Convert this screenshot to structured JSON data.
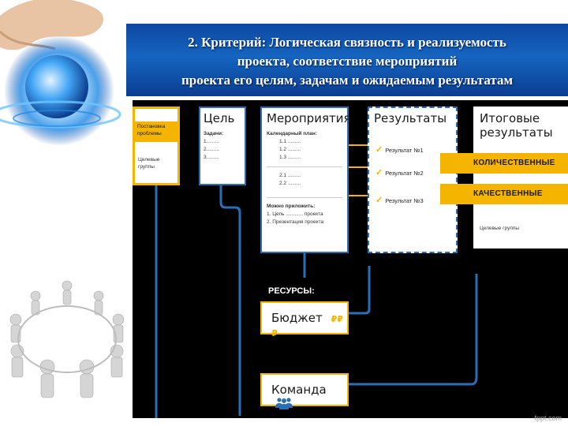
{
  "slide": {
    "title_lines": [
      "2. Критерий: Логическая связность и реализуемость",
      "проекта, соответствие мероприятий",
      "проекта его целям, задачам и ожидаемым результатам"
    ],
    "footer_brand": "fppt.com"
  },
  "diagram": {
    "problem": {
      "title": "Постановка проблемы",
      "groups": "Целевые группы"
    },
    "goal": {
      "title": "Цель",
      "tasks_label": "Задачи:",
      "tasks": [
        "1.........",
        "2.........",
        "3........."
      ]
    },
    "activities": {
      "title": "Мероприятия",
      "plan_label": "Календарный план:",
      "items_a": [
        "1.1 .........",
        "1.2 .........",
        "1.3 ........."
      ],
      "items_b": [
        "2.1 .........",
        "2.2 ........."
      ],
      "attach_label": "Можно приложить:",
      "attachments": [
        "1. Цепь ............ проекта",
        "2. Презентация проекта"
      ]
    },
    "results": {
      "title": "Результаты",
      "items": [
        "Результат №1",
        "Результат №2",
        "Результат №3"
      ]
    },
    "final": {
      "title": "Итоговые результаты",
      "quantitative": "КОЛИЧЕСТВЕННЫЕ",
      "qualitative": "КАЧЕСТВЕННЫЕ",
      "groups": "Целевые группы"
    },
    "resources": {
      "label": "РЕСУРСЫ:",
      "budget": "Бюджет",
      "budget_symbol": "₽₽₽",
      "team": "Команда"
    },
    "colors": {
      "accent": "#f5b400",
      "line": "#2a6fb5",
      "banner": "#1565c0"
    }
  }
}
